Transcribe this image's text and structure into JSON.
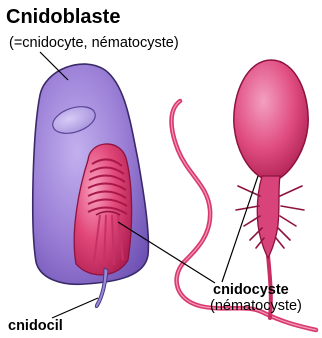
{
  "labels": {
    "title": "Cnidoblaste",
    "subtitle": "(=cnidocyte, nématocyste)",
    "cnidocyste": "cnidocyste",
    "nematocyste": "(nématocyste)",
    "cnidocil": "cnidocil"
  },
  "colors": {
    "cell_fill": "#9b7fd6",
    "cell_outline": "#3a2a6a",
    "capsule_fill": "#e2487a",
    "capsule_dark": "#a81848",
    "thread": "#d83a6c",
    "leader_line": "#000000"
  }
}
